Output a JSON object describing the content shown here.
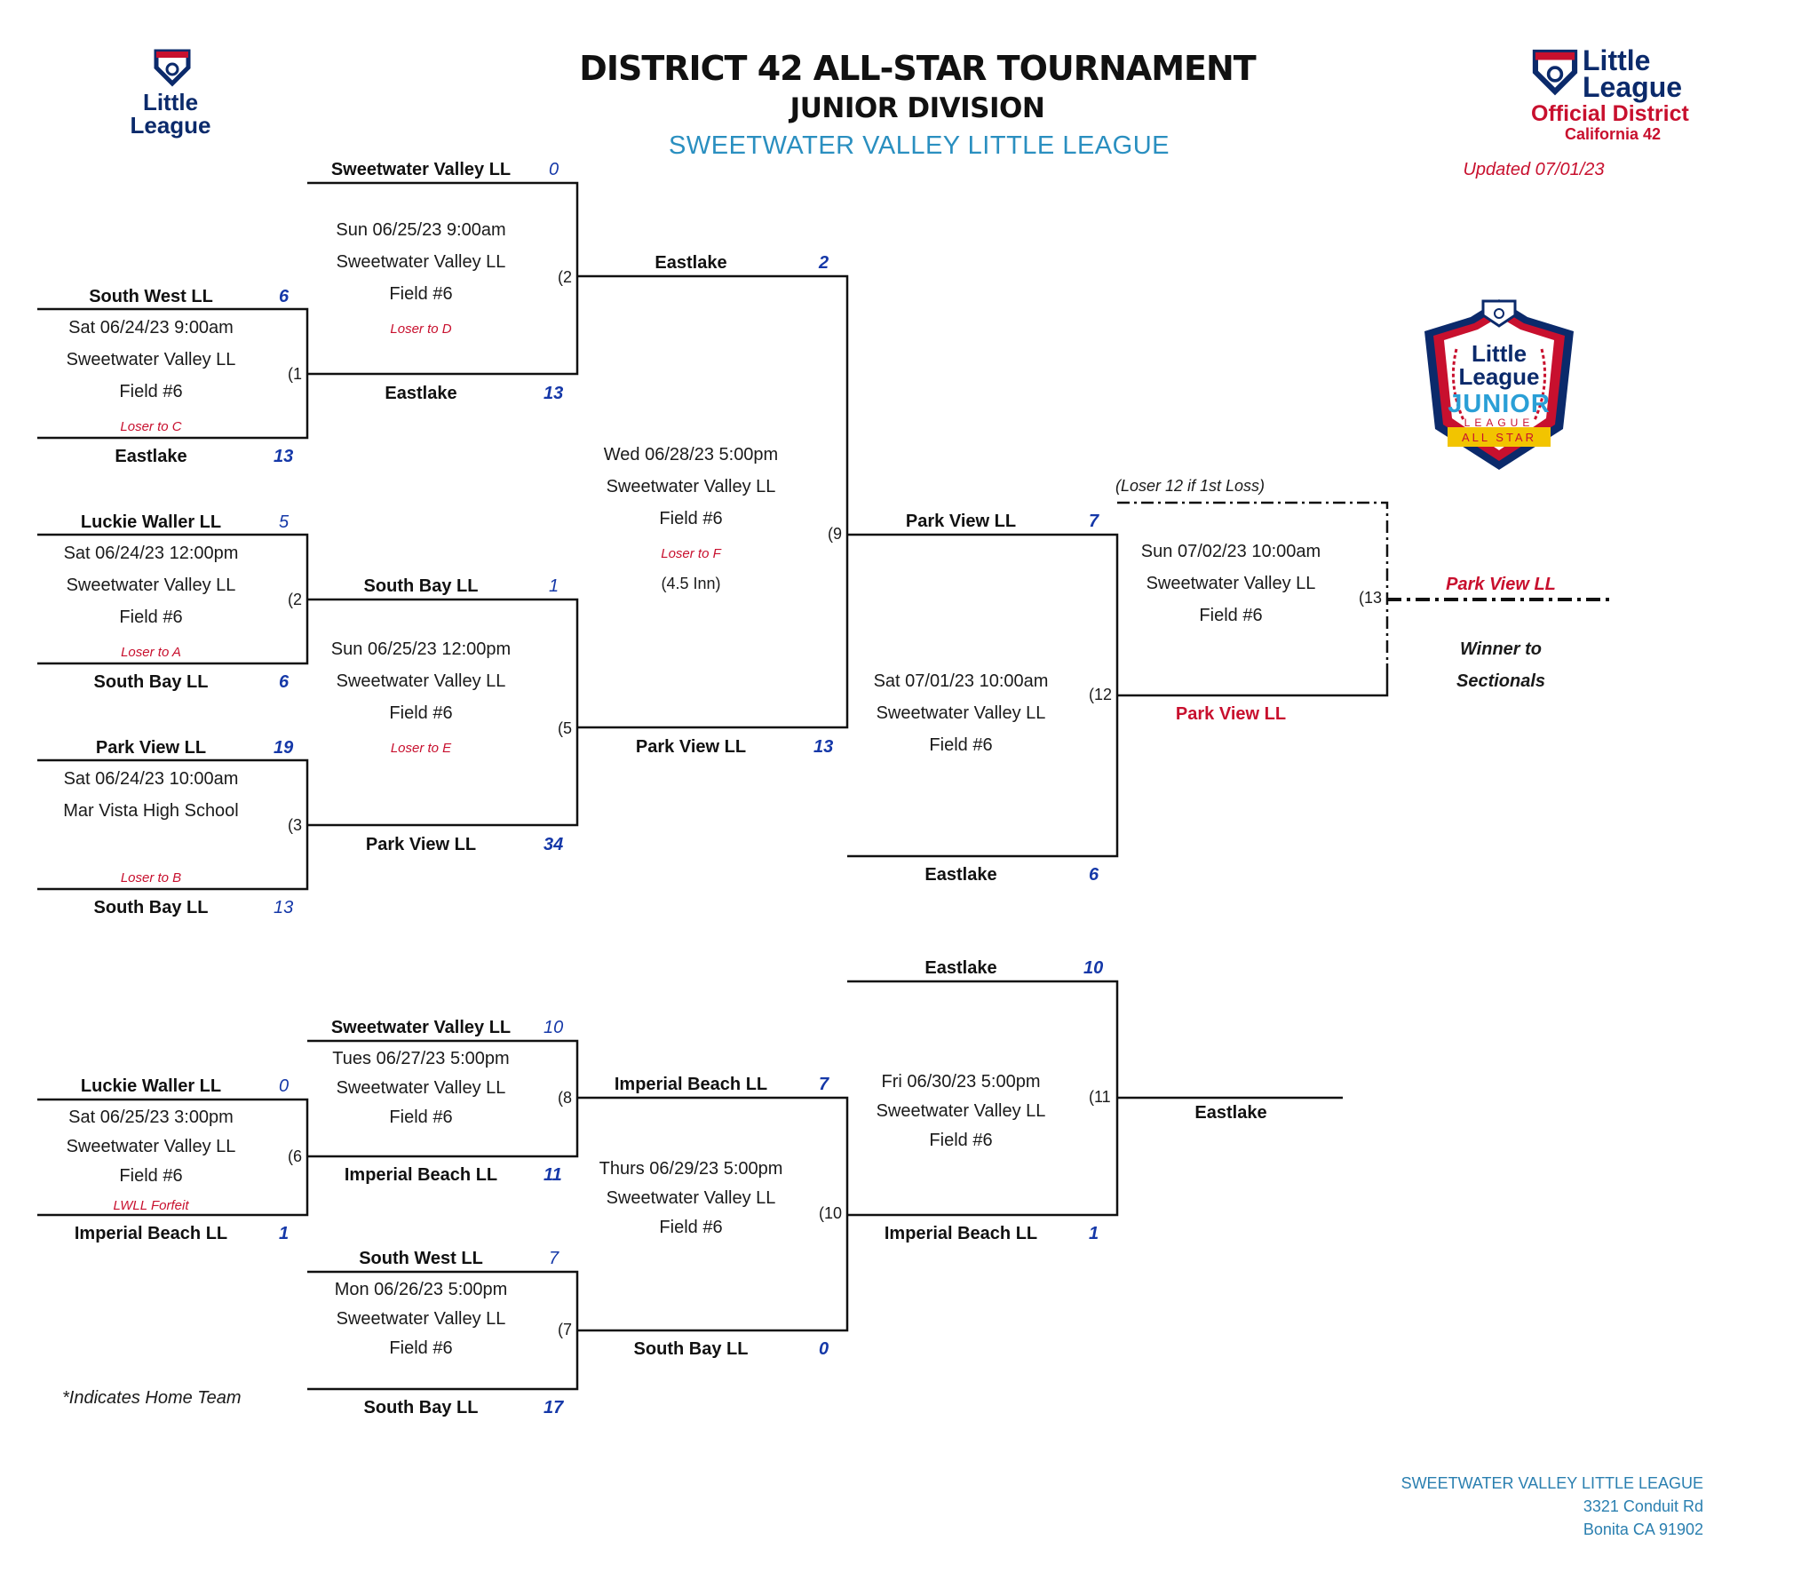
{
  "header": {
    "title": "DISTRICT 42 ALL-STAR TOURNAMENT",
    "division": "JUNIOR DIVISION",
    "host": "SWEETWATER VALLEY LITTLE LEAGUE",
    "updated": "Updated 07/01/23"
  },
  "logos": {
    "left": {
      "line1": "Little",
      "line2": "League"
    },
    "right": {
      "line1": "Little",
      "line2": "League",
      "line3": "Official District",
      "line4": "California 42"
    },
    "junior": {
      "line1": "Little",
      "line2": "League",
      "line3": "JUNIOR",
      "line4": "LEAGUE",
      "line5": "ALL STAR"
    }
  },
  "games": {
    "g1": {
      "num": "(1",
      "top": "South West LL",
      "top_score": "6",
      "date": "Sat 06/24/23 9:00am",
      "venue": "Sweetwater Valley LL",
      "field": "Field #6",
      "note": "Loser to C",
      "bottom": "Eastlake",
      "bottom_score": "13"
    },
    "g2": {
      "num": "(2",
      "top": "Luckie Waller LL",
      "top_score": "5",
      "date": "Sat 06/24/23 12:00pm",
      "venue": "Sweetwater Valley LL",
      "field": "Field #6",
      "note": "Loser to A",
      "bottom": "South Bay LL",
      "bottom_score": "6"
    },
    "g3": {
      "num": "(3",
      "top": "Park View LL",
      "top_score": "19",
      "date": "Sat 06/24/23 10:00am",
      "venue": "Mar Vista High School",
      "note": "Loser to B",
      "bottom": "South Bay LL",
      "bottom_score": "13"
    },
    "g4": {
      "num": "(2",
      "top": "Sweetwater Valley LL",
      "top_score": "0",
      "date": "Sun 06/25/23 9:00am",
      "venue": "Sweetwater Valley LL",
      "field": "Field #6",
      "note": "Loser to D",
      "bottom": "Eastlake",
      "bottom_score": "13"
    },
    "g5": {
      "num": "(5",
      "top": "South Bay LL",
      "top_score": "1",
      "date": "Sun 06/25/23 12:00pm",
      "venue": "Sweetwater Valley LL",
      "field": "Field #6",
      "note": "Loser to E",
      "bottom": "Park View LL",
      "bottom_score": "34"
    },
    "g9": {
      "num": "(9",
      "top": "Eastlake",
      "top_score": "2",
      "date": "Wed 06/28/23 5:00pm",
      "venue": "Sweetwater Valley LL",
      "field": "Field #6",
      "note": "Loser to F",
      "extra": "(4.5 Inn)",
      "bottom": "Park View LL",
      "bottom_score": "13"
    },
    "g12": {
      "num": "(12",
      "top": "Park View LL",
      "top_score": "7",
      "date": "Sat 07/01/23 10:00am",
      "venue": "Sweetwater Valley LL",
      "field": "Field #6",
      "bottom": "Eastlake",
      "bottom_score": "6"
    },
    "g13": {
      "num": "(13",
      "note_top": "(Loser 12 if 1st Loss)",
      "date": "Sun 07/02/23 10:00am",
      "venue": "Sweetwater Valley LL",
      "field": "Field #6",
      "bottom": "Park View LL",
      "winner": "Park View LL",
      "winner_label1": "Winner to",
      "winner_label2": "Sectionals"
    },
    "g6": {
      "num": "(6",
      "top": "Luckie Waller LL",
      "top_score": "0",
      "date": "Sat 06/25/23 3:00pm",
      "venue": "Sweetwater Valley LL",
      "field": "Field #6",
      "note": "LWLL Forfeit",
      "bottom": "Imperial Beach LL",
      "bottom_score": "1"
    },
    "g8": {
      "num": "(8",
      "top": "Sweetwater Valley LL",
      "top_score": "10",
      "date": "Tues 06/27/23 5:00pm",
      "venue": "Sweetwater Valley LL",
      "field": "Field #6",
      "bottom": "Imperial Beach LL",
      "bottom_score": "11"
    },
    "g7": {
      "num": "(7",
      "top": "South West LL",
      "top_score": "7",
      "date": "Mon 06/26/23 5:00pm",
      "venue": "Sweetwater Valley LL",
      "field": "Field #6",
      "bottom": "South Bay LL",
      "bottom_score": "17"
    },
    "g10": {
      "num": "(10",
      "top": "Imperial Beach LL",
      "top_score": "7",
      "date": "Thurs 06/29/23 5:00pm",
      "venue": "Sweetwater Valley LL",
      "field": "Field #6",
      "bottom": "South Bay LL",
      "bottom_score": "0"
    },
    "g11": {
      "num": "(11",
      "top": "Eastlake",
      "top_score": "10",
      "date": "Fri 06/30/23 5:00pm",
      "venue": "Sweetwater Valley LL",
      "field": "Field #6",
      "bottom": "Imperial Beach LL",
      "bottom_score": "1",
      "winner": "Eastlake"
    }
  },
  "footer": {
    "home_note": "*Indicates Home Team",
    "org": "SWEETWATER VALLEY LITTLE LEAGUE",
    "street": "3321 Conduit Rd",
    "city": "Bonita CA 91902"
  }
}
